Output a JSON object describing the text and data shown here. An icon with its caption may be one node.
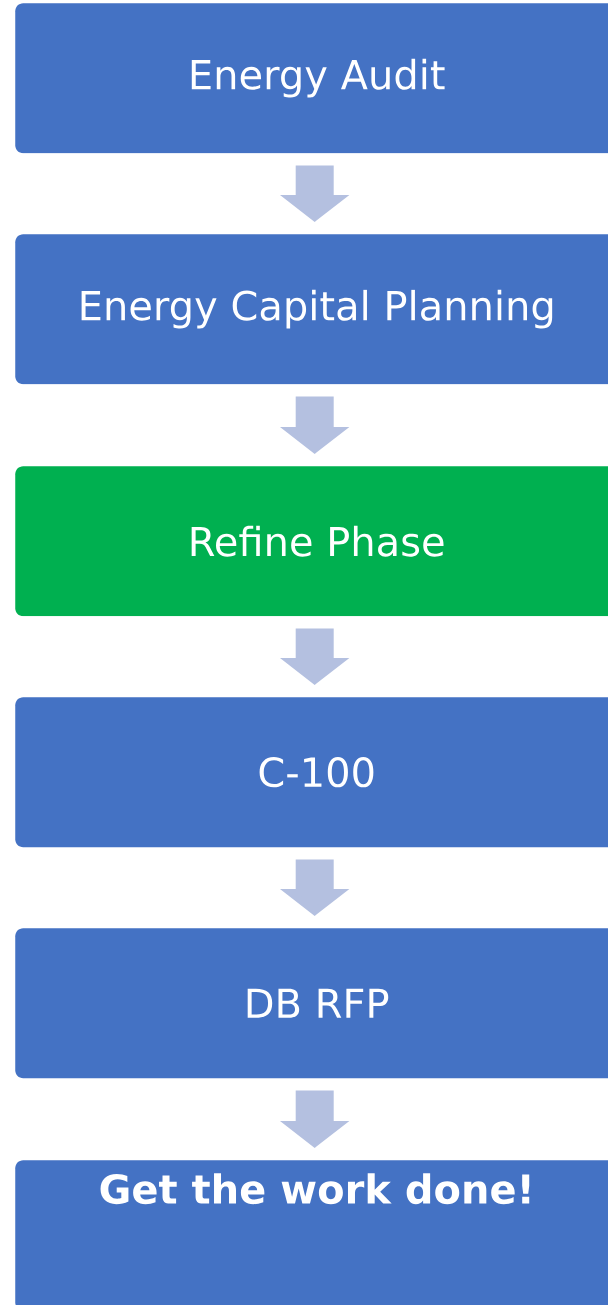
{
  "diagram": {
    "nodes": [
      {
        "text": [
          "Energy Audit"
        ]
      },
      {
        "text": [
          "Energy Capital Planning"
        ]
      },
      {
        "text": [
          "Refine Phase"
        ]
      },
      {
        "text": [
          "C-100"
        ]
      },
      {
        "text": [
          "DB RFP"
        ]
      },
      {
        "text": [
          "Get the work done!"
        ]
      }
    ],
    "edges": [
      {
        "from": 0,
        "to": 1,
        "arrow": "to"
      },
      {
        "from": 1,
        "to": 2,
        "arrow": "to"
      },
      {
        "from": 2,
        "to": 3,
        "arrow": "to"
      },
      {
        "from": 3,
        "to": 4,
        "arrow": "to"
      },
      {
        "from": 4,
        "to": 5,
        "arrow": "to"
      }
    ]
  }
}
